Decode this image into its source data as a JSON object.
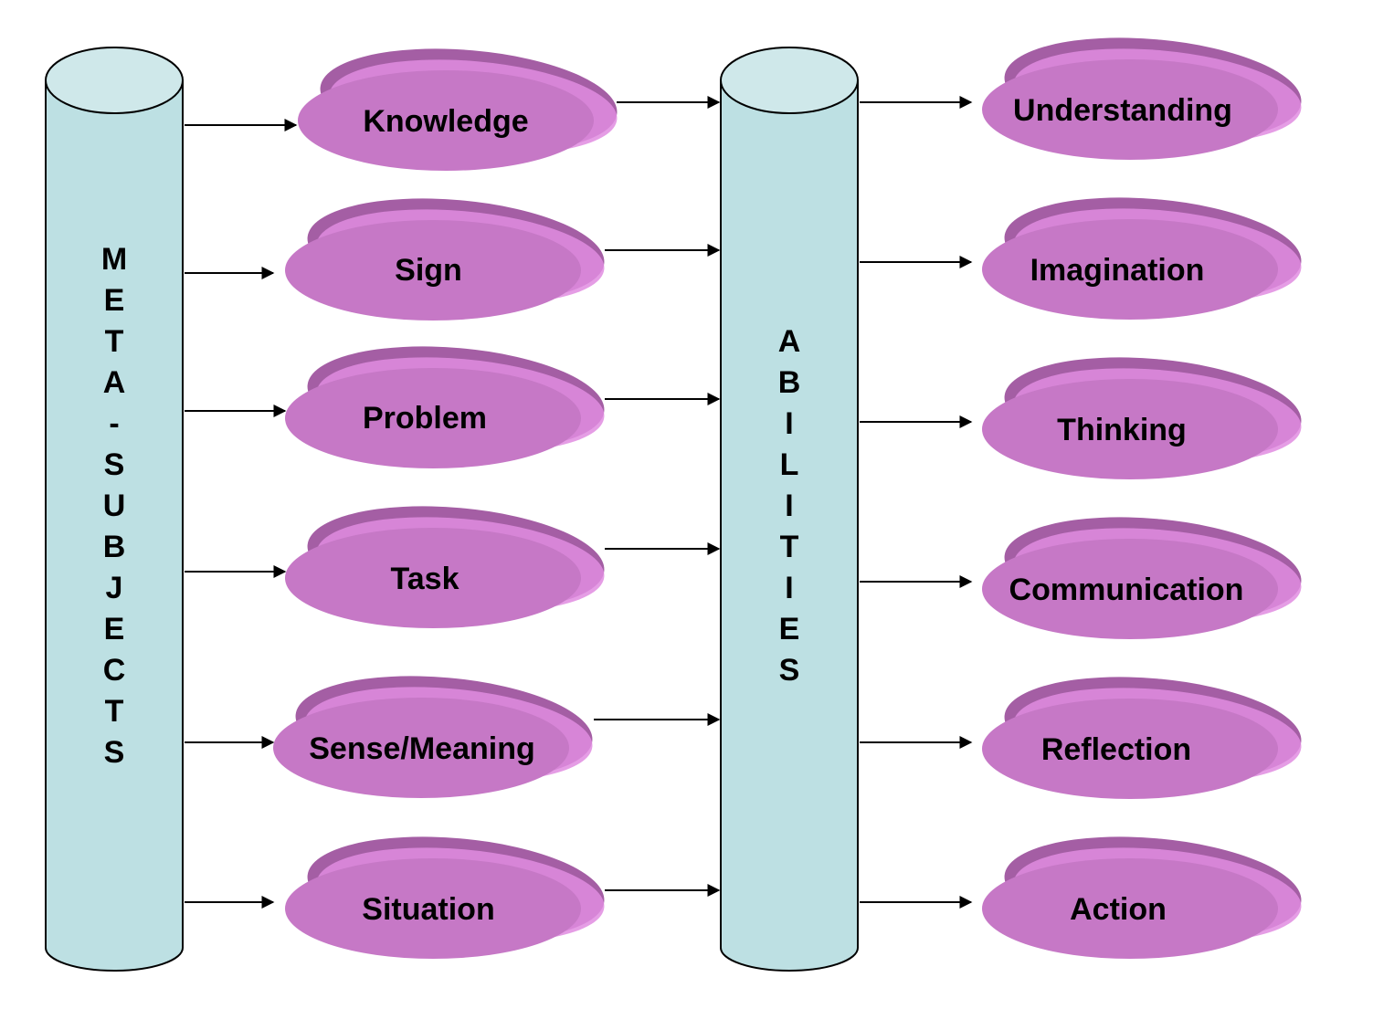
{
  "colors": {
    "pillar_body": "#bde0e3",
    "pillar_top": "#cfe8ea",
    "node_face": "#c678c6",
    "node_rim": "#a45ea4",
    "node_rim_light": "#e08ce0",
    "arrow": "#000000"
  },
  "pillars": {
    "meta_subjects": {
      "letters": [
        "M",
        "E",
        "T",
        "A",
        "-",
        "S",
        "U",
        "B",
        "J",
        "E",
        "C",
        "T",
        "S"
      ]
    },
    "abilities": {
      "letters": [
        "A",
        "B",
        "I",
        "L",
        "I",
        "T",
        "I",
        "E",
        "S"
      ]
    }
  },
  "meta_subjects": [
    {
      "label": "Knowledge"
    },
    {
      "label": "Sign"
    },
    {
      "label": "Problem"
    },
    {
      "label": "Task"
    },
    {
      "label": "Sense/Meaning"
    },
    {
      "label": "Situation"
    }
  ],
  "abilities": [
    {
      "label": "Understanding"
    },
    {
      "label": "Imagination"
    },
    {
      "label": "Thinking"
    },
    {
      "label": "Communication"
    },
    {
      "label": "Reflection"
    },
    {
      "label": "Action"
    }
  ]
}
